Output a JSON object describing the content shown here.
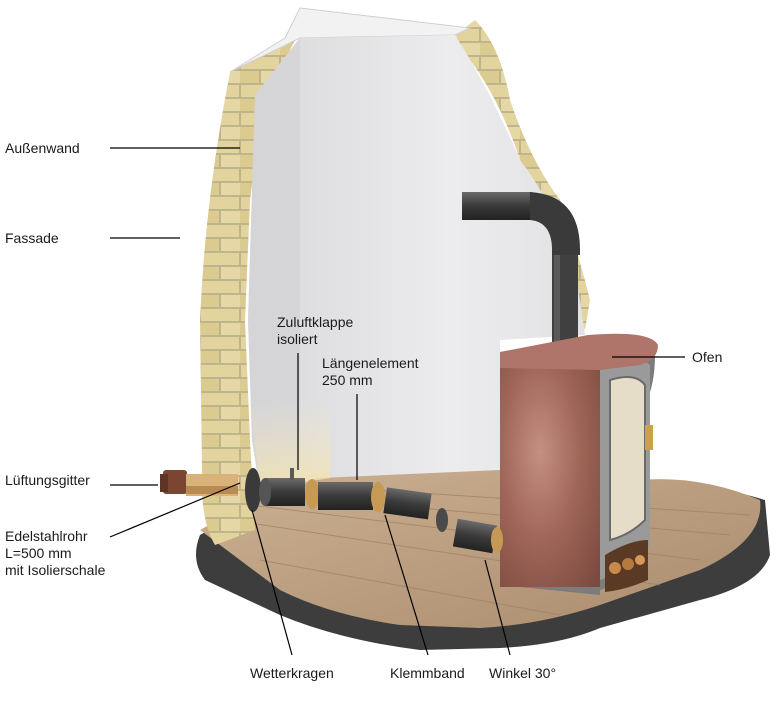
{
  "labels": {
    "aussenwand": "Außenwand",
    "fassade": "Fassade",
    "lueftungsgitter": "Lüftungsgitter",
    "edelstahlrohr_1": "Edelstahlrohr",
    "edelstahlrohr_2": "L=500 mm",
    "edelstahlrohr_3": "mit Isolierschale",
    "zuluftklappe_1": "Zuluftklappe",
    "zuluftklappe_2": "isoliert",
    "laengenelement_1": "Längenelement",
    "laengenelement_2": "250 mm",
    "ofen": "Ofen",
    "wetterkragen": "Wetterkragen",
    "klemmband": "Klemmband",
    "winkel": "Winkel 30°"
  },
  "colors": {
    "brick": "#e2d29a",
    "mortar": "#bfb58c",
    "wall": "#e9e9ea",
    "floor": "#b89a7c",
    "pipe": "#3f3f3f",
    "marble": "#a56a5e",
    "stove_body": "#9a9a9a",
    "leader": "#000000"
  }
}
